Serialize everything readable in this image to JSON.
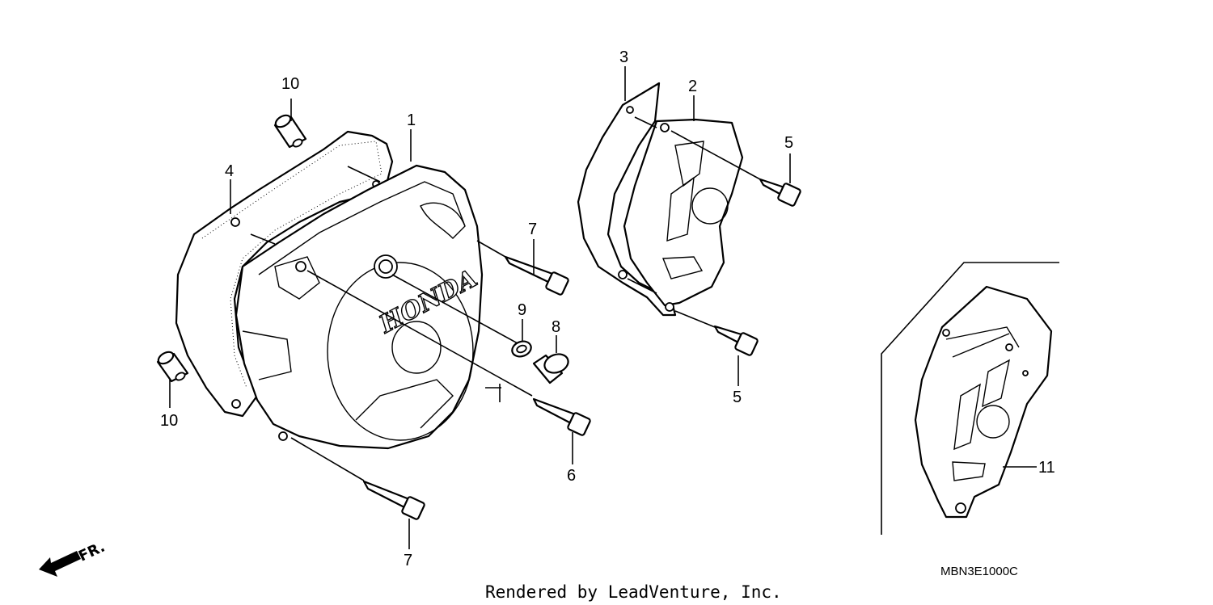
{
  "diagram": {
    "callouts": {
      "c1": "1",
      "c2": "2",
      "c3": "3",
      "c4": "4",
      "c5a": "5",
      "c5b": "5",
      "c6": "6",
      "c7a": "7",
      "c7b": "7",
      "c8": "8",
      "c9": "9",
      "c10a": "10",
      "c10b": "10",
      "c11": "11"
    },
    "cover_logo": "HONDA",
    "front_arrow": "FR.",
    "diagram_code": "MBN3E1000C",
    "credit": "Rendered by LeadVenture, Inc."
  }
}
